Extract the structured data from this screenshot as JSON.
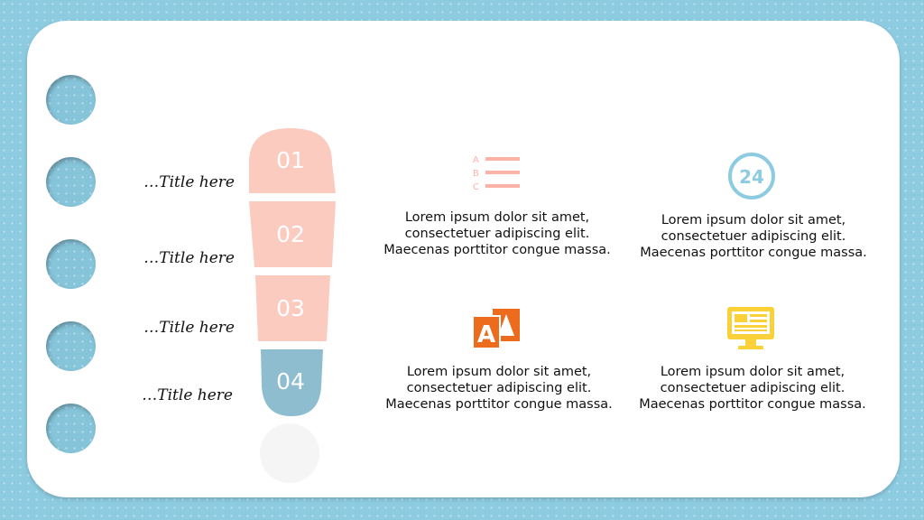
{
  "steps": [
    {
      "number": "01",
      "title": "…Title here"
    },
    {
      "number": "02",
      "title": "…Title here"
    },
    {
      "number": "03",
      "title": "…Title here"
    },
    {
      "number": "04",
      "title": "…Title here"
    }
  ],
  "features": [
    {
      "icon": "abc-list-icon",
      "lines": [
        "Lorem ipsum dolor sit amet,",
        "consectetuer adipiscing elit.",
        "Maecenas porttitor congue massa."
      ]
    },
    {
      "icon": "clock-24-icon",
      "icon_text": "24",
      "lines": [
        "Lorem ipsum dolor sit amet,",
        "consectetuer adipiscing elit.",
        "Maecenas porttitor congue massa."
      ]
    },
    {
      "icon": "font-size-icon",
      "icon_text": "AA",
      "lines": [
        "Lorem ipsum dolor sit amet,",
        "consectetuer adipiscing elit.",
        "Maecenas porttitor congue massa."
      ]
    },
    {
      "icon": "monitor-icon",
      "lines": [
        "Lorem ipsum dolor sit amet,",
        "consectetuer adipiscing elit.",
        "Maecenas porttitor congue massa."
      ]
    }
  ],
  "colors": {
    "pink": "#fccbc0",
    "blue": "#8dbdcf",
    "light_blue": "#8ccbe0",
    "orange": "#ec6b1d",
    "yellow": "#fbd13a"
  }
}
